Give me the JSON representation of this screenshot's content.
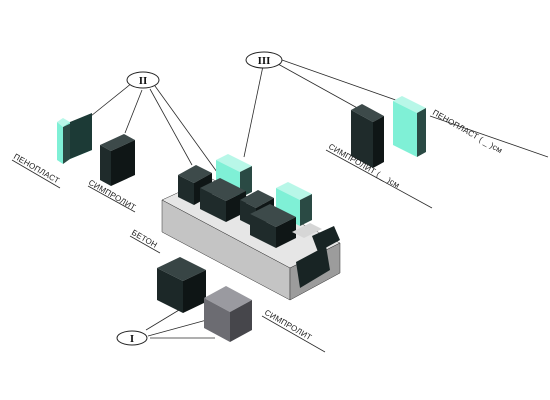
{
  "colors": {
    "background": "#ffffff",
    "penoplast_front": "#7ff0d6",
    "penoplast_side": "#2a4a44",
    "penoplast_top": "#b8f7e8",
    "simprolit_front": "#1f2b2b",
    "simprolit_side": "#0f1616",
    "simprolit_top": "#3d4a4a",
    "beton_front": "#1c2828",
    "beton_side": "#0e1515",
    "beton_top": "#384545",
    "simprolit_gray_front": "#6c6c72",
    "simprolit_gray_side": "#46464b",
    "simprolit_gray_top": "#9a9aa0",
    "base_top": "#e6e6e6",
    "base_front": "#c4c4c4",
    "base_side": "#9c9c9c",
    "dark_trim": "#182424",
    "leader": "#2a2a2a"
  },
  "markers": [
    {
      "id": "I",
      "text": "I"
    },
    {
      "id": "II",
      "text": "II"
    },
    {
      "id": "III",
      "text": "III"
    }
  ],
  "labels": {
    "penoplast_left": "ПЕНОПЛАСТ",
    "simprolit_left": "СИМПРОЛИТ",
    "penoplast_right": "ПЕНОПЛАСТ ( _ )см",
    "simprolit_right": "СИМПРОЛИТ ( _ )см",
    "beton": "БЕТОН",
    "simprolit_bottom": "СИМПРОЛИТ"
  }
}
